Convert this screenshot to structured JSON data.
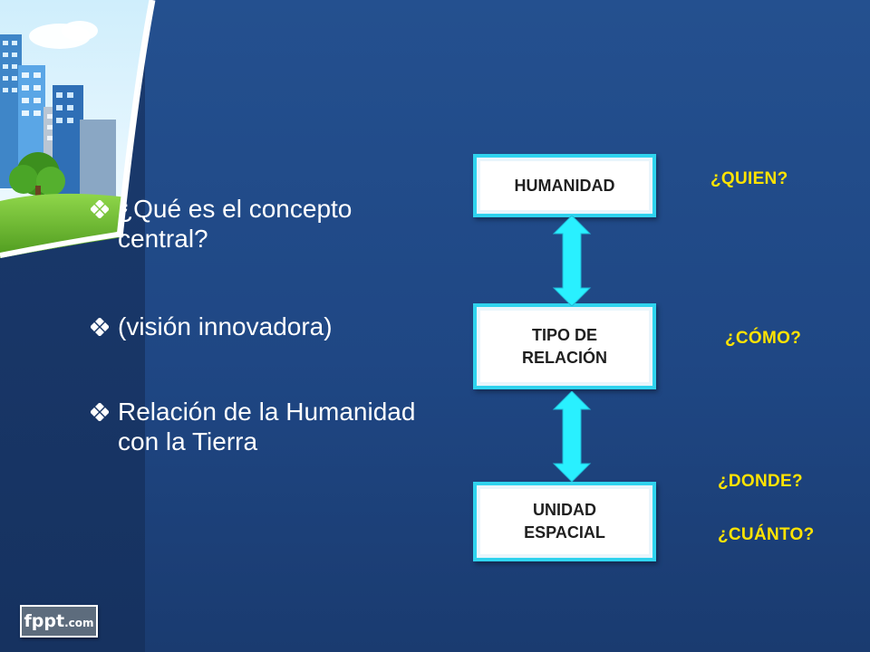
{
  "bullets": [
    "¿Qué es el concepto central?",
    "(visión innovadora)",
    "Relación de la Humanidad con la Tierra"
  ],
  "diagram": {
    "boxes": [
      "HUMANIDAD",
      "TIPO DE RELACIÓN",
      "UNIDAD ESPACIAL"
    ],
    "questions": [
      "¿QUIEN?",
      "¿CÓMO?",
      "¿DONDE?",
      "¿CUÁNTO?"
    ]
  },
  "logo": {
    "name": "fppt",
    "suffix": ".com"
  },
  "colors": {
    "background": "#1f4784",
    "box_border": "#2fd3ee",
    "arrow": "#29f0ff",
    "question_text": "#ffe300"
  }
}
